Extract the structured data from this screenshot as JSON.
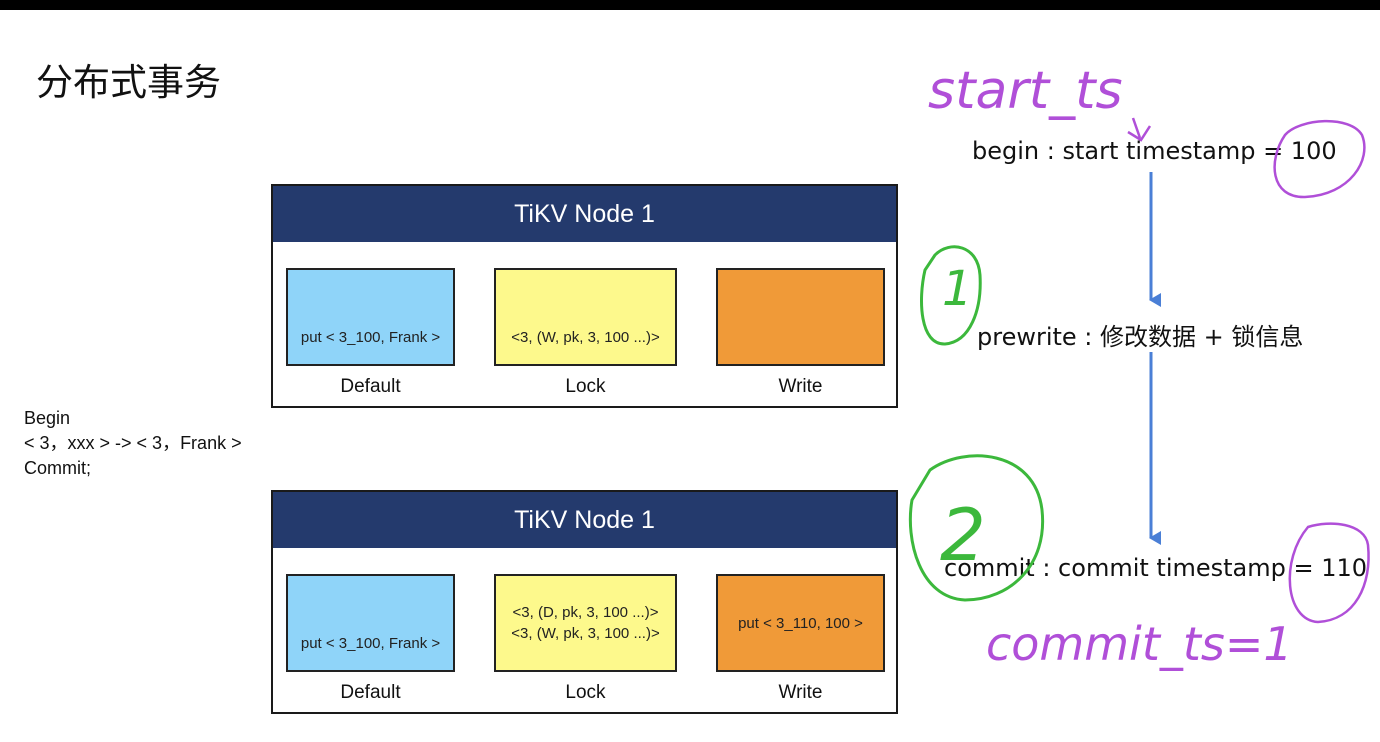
{
  "title": "分布式事务",
  "nodes": [
    {
      "header": "TiKV Node 1",
      "default": {
        "label": "Default",
        "lines": [
          "put < 3_100, Frank >"
        ]
      },
      "lock": {
        "label": "Lock",
        "lines": [
          "<3, (W, pk, 3, 100 ...)>"
        ]
      },
      "write": {
        "label": "Write",
        "lines": []
      }
    },
    {
      "header": "TiKV Node 1",
      "default": {
        "label": "Default",
        "lines": [
          "put < 3_100, Frank >"
        ]
      },
      "lock": {
        "label": "Lock",
        "lines": [
          "<3, (D, pk, 3, 100 ...)>",
          "<3, (W, pk, 3, 100 ...)>"
        ]
      },
      "write": {
        "label": "Write",
        "lines": [
          "put < 3_110, 100 >"
        ]
      }
    }
  ],
  "transaction": {
    "line1": "Begin",
    "line2": "< 3，xxx > -> < 3，Frank >",
    "line3": "Commit;"
  },
  "steps": {
    "begin": "begin : start timestamp = 100",
    "prewrite": "prewrite : 修改数据 + 锁信息",
    "commit": "commit : commit timestamp = 110"
  },
  "annotations": {
    "start_ts": "start_ts",
    "one": "1",
    "two": "2",
    "commit_ts": "commit_ts=1"
  },
  "colors": {
    "header": "#243a6d",
    "default": "#8fd4f9",
    "lock": "#fdf98c",
    "write": "#f09a38",
    "arrow": "#4a7fd6",
    "handwriting_purple": "#b04fd8",
    "handwriting_green": "#3cb83c"
  }
}
